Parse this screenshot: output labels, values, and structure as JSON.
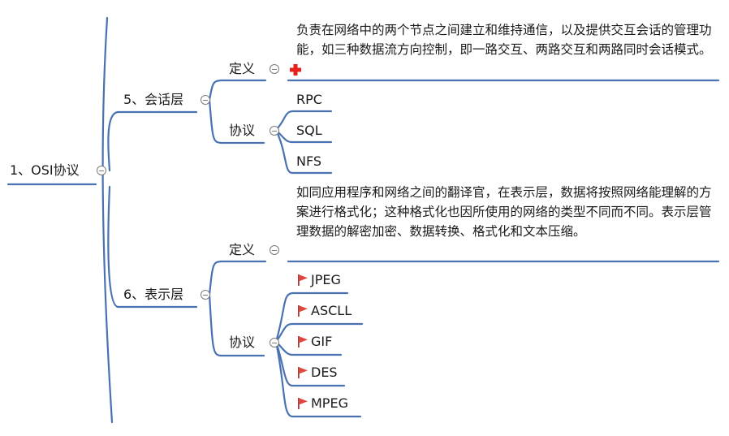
{
  "root": {
    "label": "1、OSI协议"
  },
  "colors": {
    "line": "#4a72b0",
    "flag": "#e0463c",
    "marker": "#e8201a"
  },
  "sections": [
    {
      "label": "5、会话层",
      "definition": {
        "label": "定义",
        "text": "负责在网络中的两个节点之间建立和维持通信，以及提供交互会话的管理功能，如三种数据流方向控制，即一路交互、两路交互和两路同时会话模式。"
      },
      "protocol": {
        "label": "协议",
        "items": [
          "RPC",
          "SQL",
          "NFS"
        ]
      }
    },
    {
      "label": "6、表示层",
      "definition": {
        "label": "定义",
        "text": "如同应用程序和网络之间的翻译官，在表示层，数据将按照网络能理解的方案进行格式化；这种格式化也因所使用的网络的类型不同而不同。表示层管理数据的解密加密、数据转换、格式化和文本压缩。"
      },
      "protocol": {
        "label": "协议",
        "items": [
          "JPEG",
          "ASCLL",
          "GIF",
          "DES",
          "MPEG"
        ]
      }
    }
  ]
}
